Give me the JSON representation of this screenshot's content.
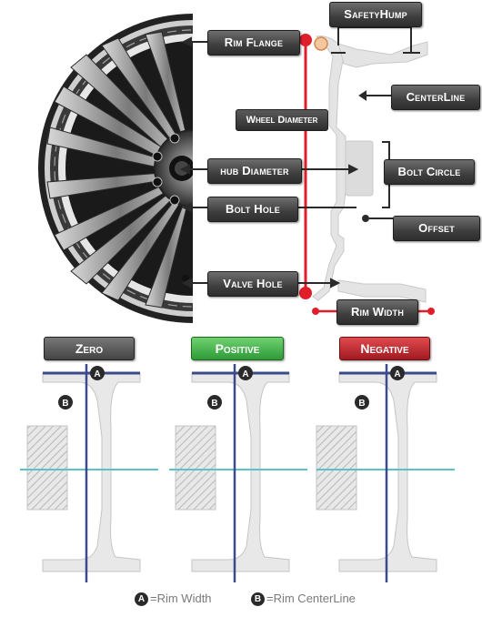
{
  "labels": {
    "safety_hump": "SafetyHump",
    "rim_flange": "Rim Flange",
    "wheel_diameter": "Wheel Diameter",
    "centerline": "CenterLine",
    "hub_diameter": "hub Diameter",
    "bolt_circle": "Bolt Circle",
    "bolt_hole": "Bolt Hole",
    "offset": "Offset",
    "valve_hole": "Valve Hole",
    "rim_width": "Rim Width"
  },
  "offset_types": [
    {
      "label": "Zero",
      "color": "#555555"
    },
    {
      "label": "Positive",
      "color": "#3fb34a"
    },
    {
      "label": "Negative",
      "color": "#c0262d"
    }
  ],
  "markers": {
    "a": "A",
    "b": "B"
  },
  "legend": {
    "a_text": "=Rim Width",
    "b_text": "=Rim CenterLine"
  },
  "colors": {
    "measure_red": "#e01e2b",
    "centerline_blue": "#3a4a8a",
    "hub_line_cyan": "#5ac2c8"
  }
}
